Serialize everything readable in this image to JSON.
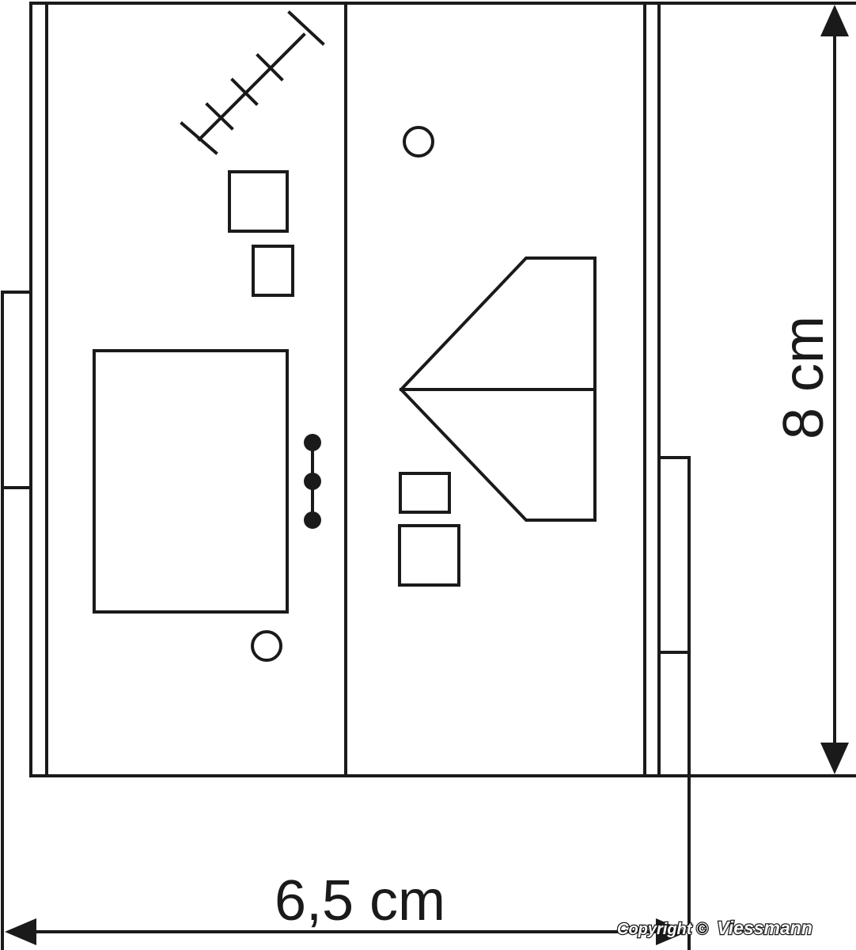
{
  "dimensions": {
    "width_label": "6,5 cm",
    "height_label": "8 cm"
  },
  "copyright": {
    "text": "Copyright ©",
    "brand": "Viessmann"
  }
}
